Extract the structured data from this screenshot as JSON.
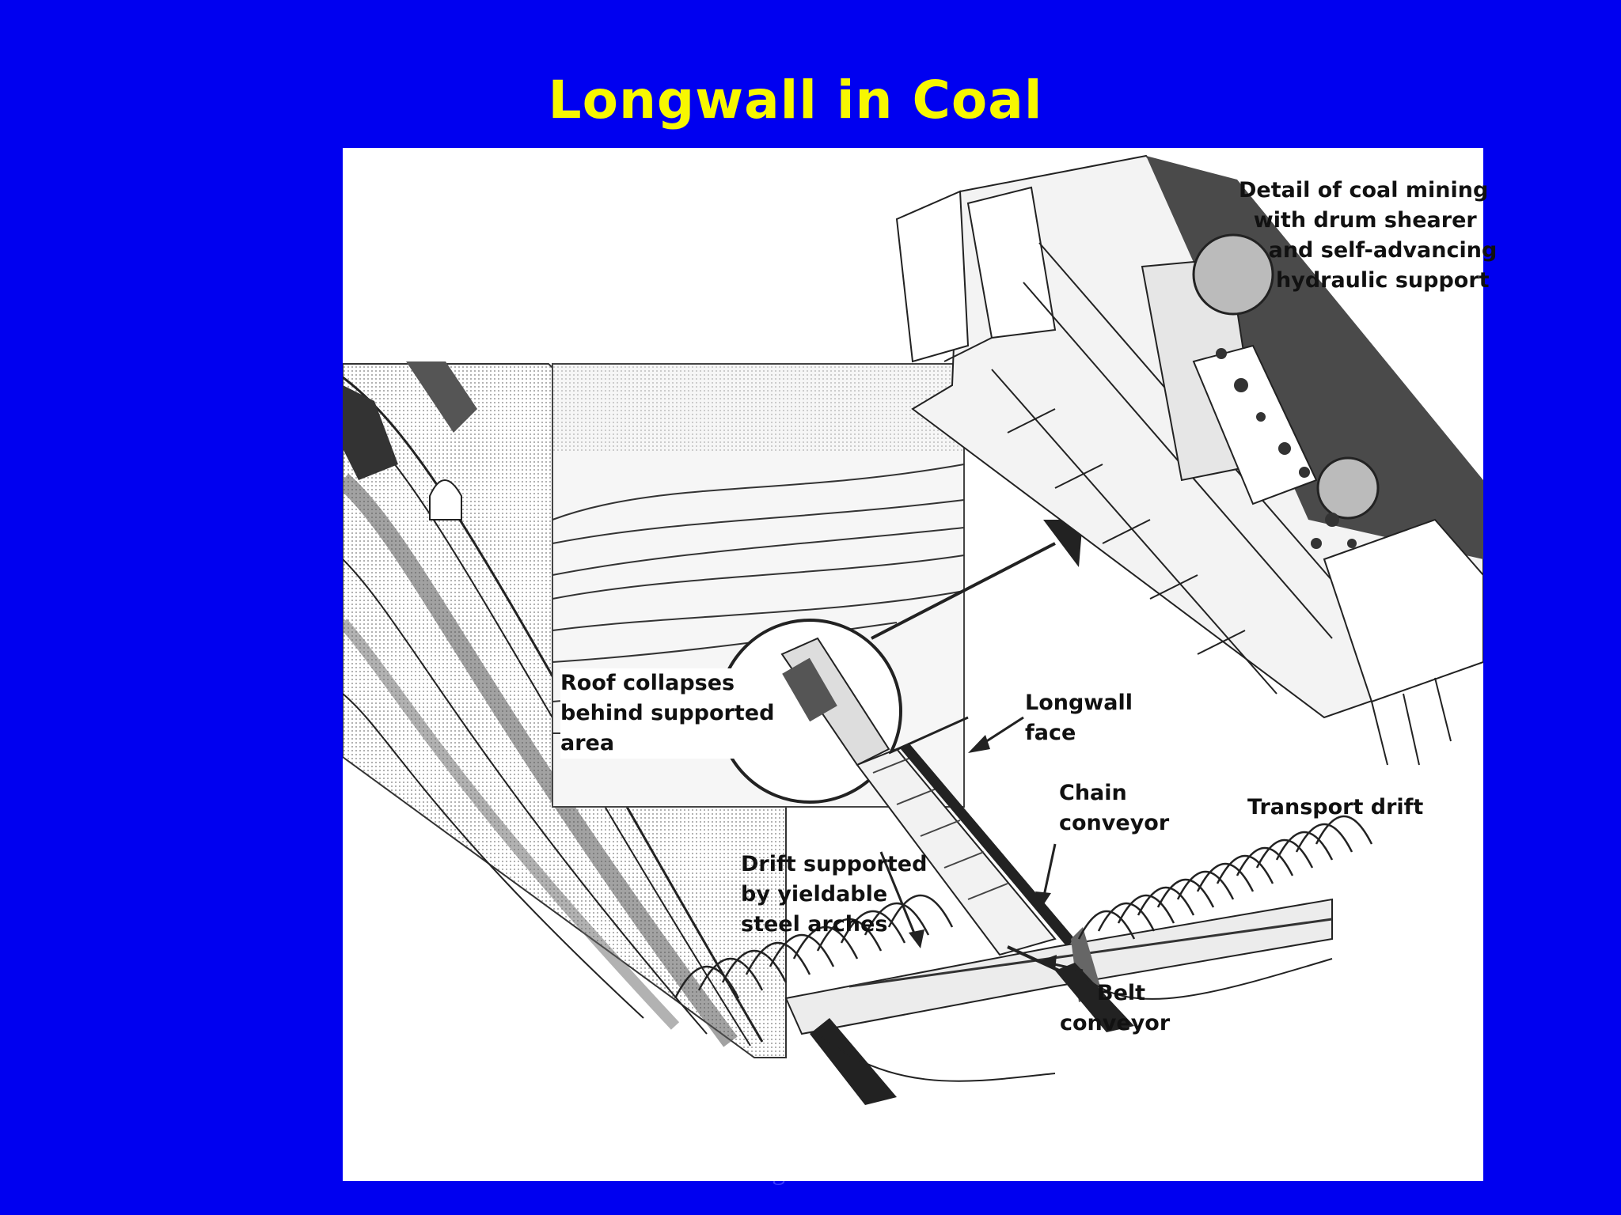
{
  "slide": {
    "title": "Longwall  in Coal",
    "footer": "Caving methods"
  },
  "labels": {
    "detail": "Detail of coal mining\n  with drum shearer\n    and self-advancing\n     hydraulic support",
    "roof": "Roof collapses\nbehind supported\narea",
    "face": "Longwall\nface",
    "chain": "Chain\nconveyor",
    "transport": "Transport drift",
    "drift": "Drift supported\nby yieldable\nsteel arches",
    "belt": "     Belt\nconveyor"
  },
  "colors": {
    "background": "#0000f0",
    "title": "#f7f700",
    "panel": "#ffffff",
    "ink": "#111111"
  }
}
